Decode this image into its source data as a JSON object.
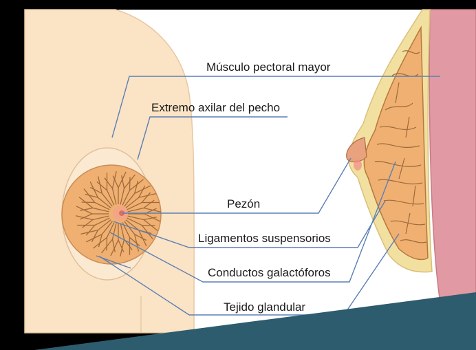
{
  "diagram": {
    "labels": {
      "pectoral": "Músculo pectoral mayor",
      "axillary": "Extremo axilar del pecho",
      "nipple": "Pezón",
      "ligaments": "Ligamentos suspensorios",
      "ducts": "Conductos galactóforos",
      "glandular": "Tejido glandular"
    },
    "colors": {
      "frame": "#000000",
      "skin": "#fbe3c5",
      "skin_outline": "#e6c9a2",
      "tissue": "#efb072",
      "tissue_lines": "#9e6a3a",
      "fat": "#f2e0a0",
      "muscle": "#e19aa3",
      "leader_line": "#5b7fb5",
      "banner": "#2d5c6e"
    }
  }
}
